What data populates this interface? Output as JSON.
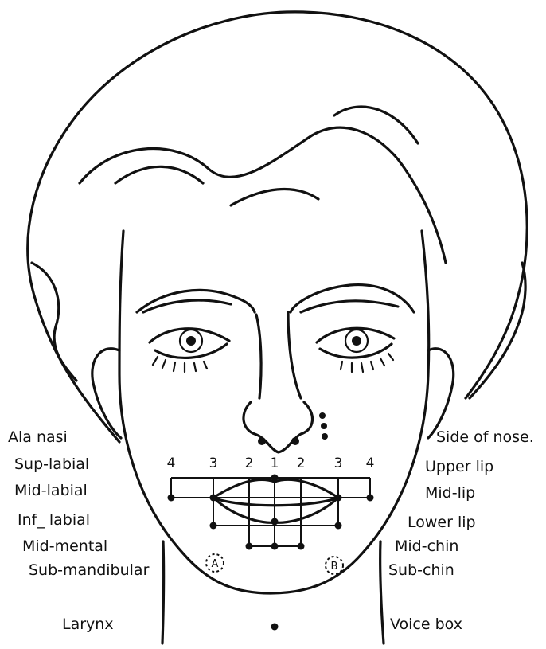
{
  "labels_left": [
    "Ala nasi",
    "Sup-labial",
    "Mid-labial",
    "Inf_ labial",
    "Mid-mental",
    "Sub-mandibular",
    "Larynx"
  ],
  "labels_right": [
    "Side of nose.",
    "Upper lip",
    "Mid-lip",
    "Lower lip",
    "Mid-chin",
    "Sub-chin",
    "Voice box"
  ],
  "grid_numbers": [
    "4",
    "3",
    "2",
    "1",
    "2",
    "3",
    "4"
  ],
  "markers": [
    "A",
    "B"
  ]
}
